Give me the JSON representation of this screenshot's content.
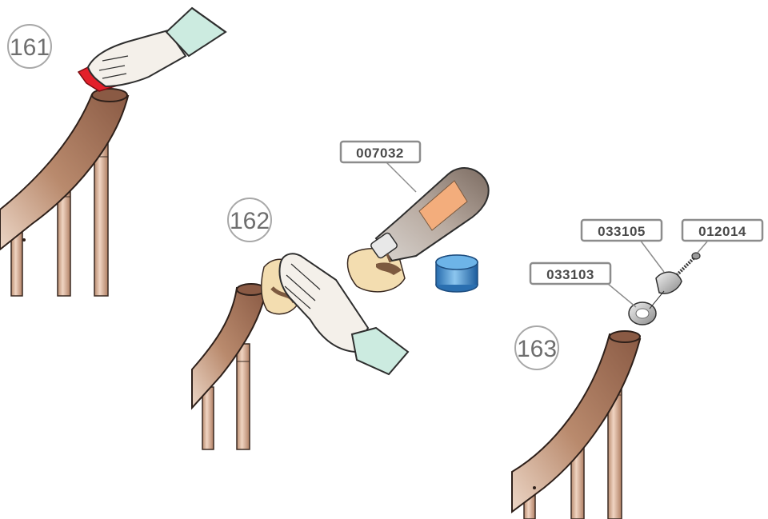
{
  "steps": [
    {
      "number": "161"
    },
    {
      "number": "162"
    },
    {
      "number": "163"
    }
  ],
  "parts": {
    "bottle": "007032",
    "cap_ring": "033103",
    "cap_dome": "033105",
    "screw": "012014"
  },
  "colors": {
    "rail_wood": "#9a6a52",
    "rail_wood_light": "#e3c3ae",
    "baluster": "#c99a7d",
    "glove": "#f4f0ea",
    "sleeve": "#ccebe0",
    "cloth_red": "#e3202a",
    "rag": "#f3ddb0",
    "solvent": "#7d5a40",
    "label_orange": "#f3ad7c",
    "tin_blue": "#3d8fcf",
    "badge_stroke": "#8c8c8c",
    "circle_stroke": "#a8a8a8"
  }
}
